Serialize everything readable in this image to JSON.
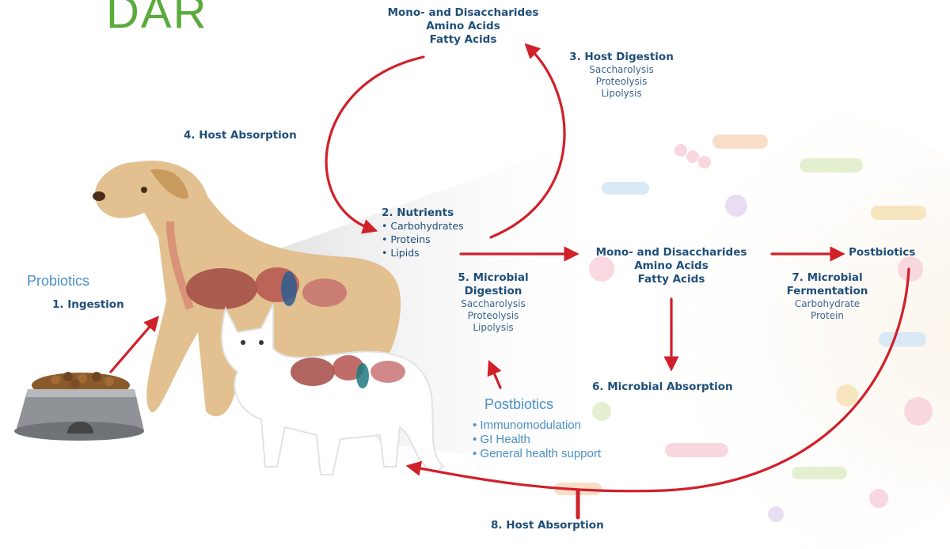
{
  "logo": {
    "text": "DAR"
  },
  "top_products": {
    "lines": [
      "Mono- and Disaccharides",
      "Amino Acids",
      "Fatty Acids"
    ]
  },
  "host_digestion": {
    "title": "3. Host Digestion",
    "items": [
      "Saccharolysis",
      "Proteolysis",
      "Lipolysis"
    ]
  },
  "host_absorption_top": {
    "label": "4. Host Absorption"
  },
  "nutrients": {
    "title": "2. Nutrients",
    "items": [
      "Carbohydrates",
      "Proteins",
      "Lipids"
    ]
  },
  "probiotics": {
    "label": "Probiotics"
  },
  "ingestion": {
    "label": "1. Ingestion"
  },
  "mid_products": {
    "lines": [
      "Mono- and Disaccharides",
      "Amino Acids",
      "Fatty Acids"
    ]
  },
  "postbiotics_right": {
    "label": "Postbiotics"
  },
  "microbial_digestion": {
    "title_line1": "5. Microbial",
    "title_line2": "Digestion",
    "items": [
      "Saccharolysis",
      "Proteolysis",
      "Lipolysis"
    ]
  },
  "microbial_fermentation": {
    "title_line1": "7. Microbial",
    "title_line2": "Fermentation",
    "items": [
      "Carbohydrate",
      "Protein"
    ]
  },
  "microbial_absorption": {
    "label": "6. Microbial Absorption"
  },
  "postbiotics_benefits": {
    "title": "Postbiotics",
    "items": [
      "Immunomodulation",
      "GI Health",
      "General health support"
    ]
  },
  "host_absorption_bottom": {
    "label": "8. Host Absorption"
  },
  "colors": {
    "arrow": "#d0202a",
    "text_dark": "#1f4e79",
    "text_blue": "#4a90c6",
    "dog": "#e2c08f",
    "cat": "#ffffff",
    "logo": "#5aab3c"
  }
}
